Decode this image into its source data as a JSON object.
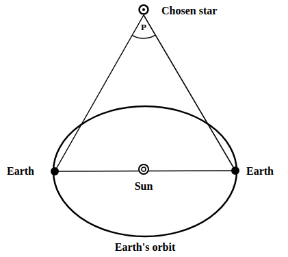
{
  "diagram": {
    "labels": [
      "Chosen star",
      "P",
      "Earth",
      "Earth",
      "Sun",
      "Earth's orbit"
    ]
  }
}
